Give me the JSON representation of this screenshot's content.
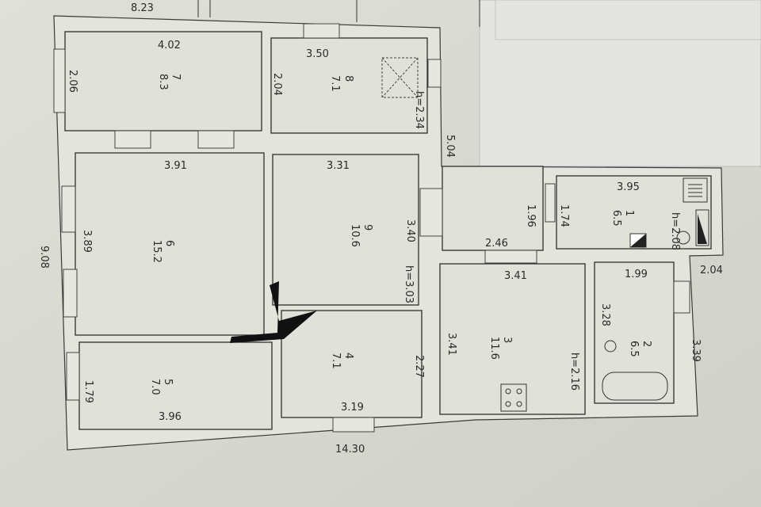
{
  "outer": {
    "top_width": "8.23",
    "total_width": "14.30",
    "total_height": "9.08",
    "right_depth": "5.04",
    "right_step": "2.04",
    "right_wing": "3.39"
  },
  "rooms": [
    {
      "number": "1",
      "area": "6.5",
      "width": "3.95",
      "height_dim": "1.74",
      "ceiling": "h=2.08"
    },
    {
      "number": "2",
      "area": "6.5",
      "width": "1.99",
      "height_dim": "3.28"
    },
    {
      "number": "3",
      "area": "11.6",
      "width": "3.41",
      "height_dim": "3.41",
      "ceiling": "h=2.16"
    },
    {
      "number": "4",
      "area": "7.1",
      "width": "3.19",
      "height_dim": "2.27"
    },
    {
      "number": "5",
      "area": "7.0",
      "width": "3.96",
      "height_dim": "1.79"
    },
    {
      "number": "6",
      "area": "15.2",
      "width": "3.91",
      "height_dim": "3.89"
    },
    {
      "number": "7",
      "area": "8.3",
      "width": "4.02",
      "height_dim": "2.06"
    },
    {
      "number": "8",
      "area": "7.1",
      "width": "3.50",
      "height_dim": "2.04",
      "ceiling": "h=2.34"
    },
    {
      "number": "9",
      "area": "10.6",
      "width": "3.31",
      "height_dim": "3.40",
      "ceiling": "h=3.03"
    }
  ],
  "corridor": {
    "width": "2.46",
    "height_dim": "1.96"
  }
}
